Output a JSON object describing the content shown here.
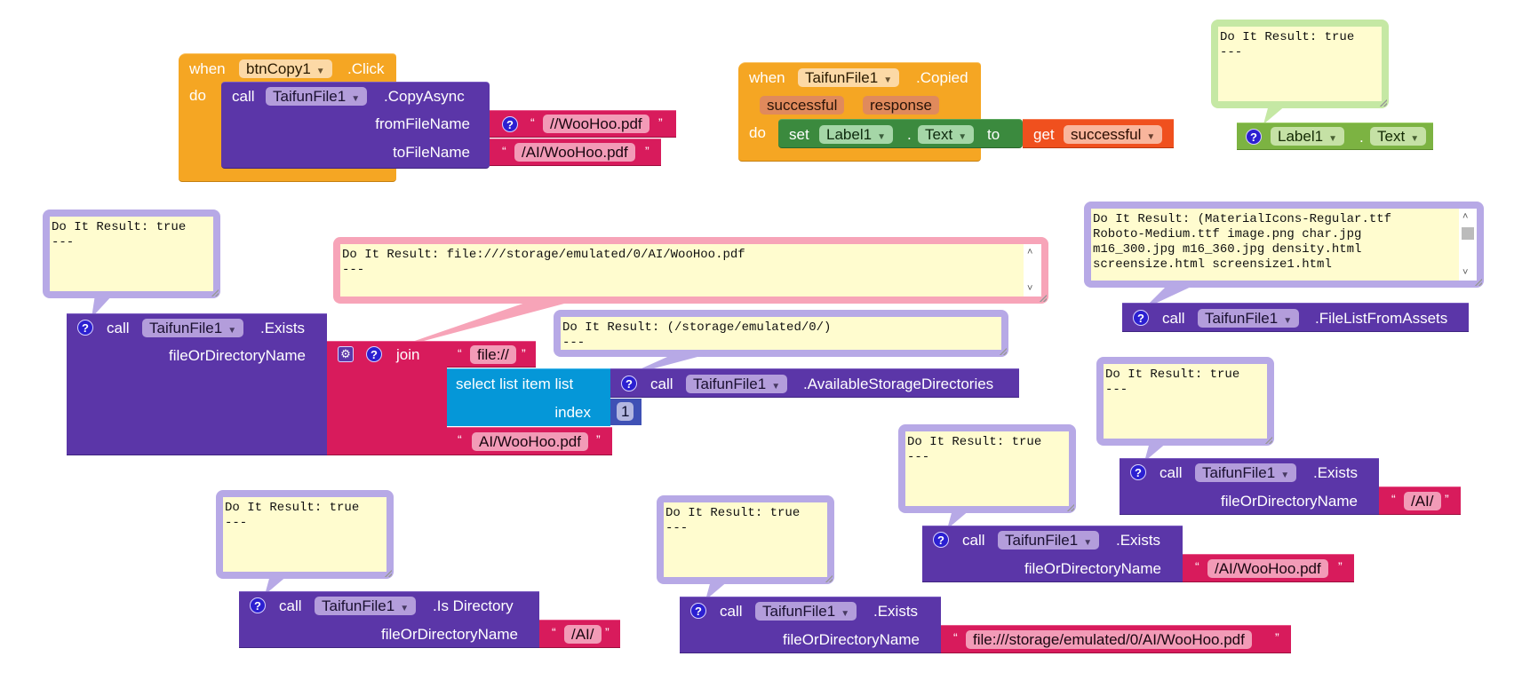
{
  "workspace": {
    "event_click": {
      "when": "when",
      "component": "btnCopy1",
      "event": ".Click",
      "do": "do",
      "call": "call",
      "call_component": "TaifunFile1",
      "method": ".CopyAsync",
      "params": [
        {
          "name": "fromFileName",
          "value": "//WooHoo.pdf",
          "has_help": true
        },
        {
          "name": "toFileName",
          "value": "/AI/WooHoo.pdf",
          "has_help": false
        }
      ]
    },
    "event_copied": {
      "when": "when",
      "component": "TaifunFile1",
      "event": ".Copied",
      "args": [
        "successful",
        "response"
      ],
      "do": "do",
      "set": "set",
      "set_component": "Label1",
      "dot": ".",
      "set_property": "Text",
      "to": "to",
      "get": "get",
      "get_var": "successful"
    },
    "label_getter": {
      "bubble": "Do It Result: true\n---",
      "component": "Label1",
      "dot": ".",
      "property": "Text"
    },
    "exists_join": {
      "bubble": "Do It Result: true\n---",
      "call": "call",
      "component": "TaifunFile1",
      "method": ".Exists",
      "param": "fileOrDirectoryName",
      "join_bubble": "Do It Result: file:///storage/emulated/0/AI/WooHoo.pdf\n---",
      "join": "join",
      "str1": "file://",
      "select_label": "select list item  list",
      "index_label": "index",
      "index_value": "1",
      "storage_bubble": "Do It Result: (/storage/emulated/0/)\n---",
      "storage_call": "call",
      "storage_component": "TaifunFile1",
      "storage_method": ".AvailableStorageDirectories",
      "str2": "AI/WooHoo.pdf"
    },
    "assets": {
      "bubble": "Do It Result: (MaterialIcons-Regular.ttf\nRoboto-Medium.ttf image.png char.jpg\nm16_300.jpg m16_360.jpg density.html\nscreensize.html screensize1.html",
      "call": "call",
      "component": "TaifunFile1",
      "method": ".FileListFromAssets"
    },
    "exists_ai": {
      "bubble": "Do It Result: true\n---",
      "call": "call",
      "component": "TaifunFile1",
      "method": ".Exists",
      "param": "fileOrDirectoryName",
      "value": "/AI/"
    },
    "exists_ai_pdf": {
      "bubble": "Do It Result: true\n---",
      "call": "call",
      "component": "TaifunFile1",
      "method": ".Exists",
      "param": "fileOrDirectoryName",
      "value": "/AI/WooHoo.pdf"
    },
    "is_directory": {
      "bubble": "Do It Result: true\n---",
      "call": "call",
      "component": "TaifunFile1",
      "method": ".Is Directory",
      "param": "fileOrDirectoryName",
      "value": "/AI/"
    },
    "exists_full": {
      "bubble": "Do It Result: true\n---",
      "call": "call",
      "component": "TaifunFile1",
      "method": ".Exists",
      "param": "fileOrDirectoryName",
      "value": "file:///storage/emulated/0/AI/WooHoo.pdf"
    }
  },
  "icons": {
    "help": "?",
    "gear": "⚙",
    "dropdown": "▼",
    "open_quote": "“",
    "close_quote": "”",
    "scroll_up": "˄",
    "scroll_down": "˅"
  },
  "colors": {
    "component_purple": "#5b36a8",
    "event_orange": "#f5a623",
    "text_magenta": "#d81b5c",
    "list_cyan": "#0597d8",
    "setter_green": "#3b8a3e",
    "getter_lightgreen": "#7cb342",
    "variable_red": "#f0501e",
    "math_navy": "#3f51b5",
    "bubble_yellow": "#fffccf"
  }
}
